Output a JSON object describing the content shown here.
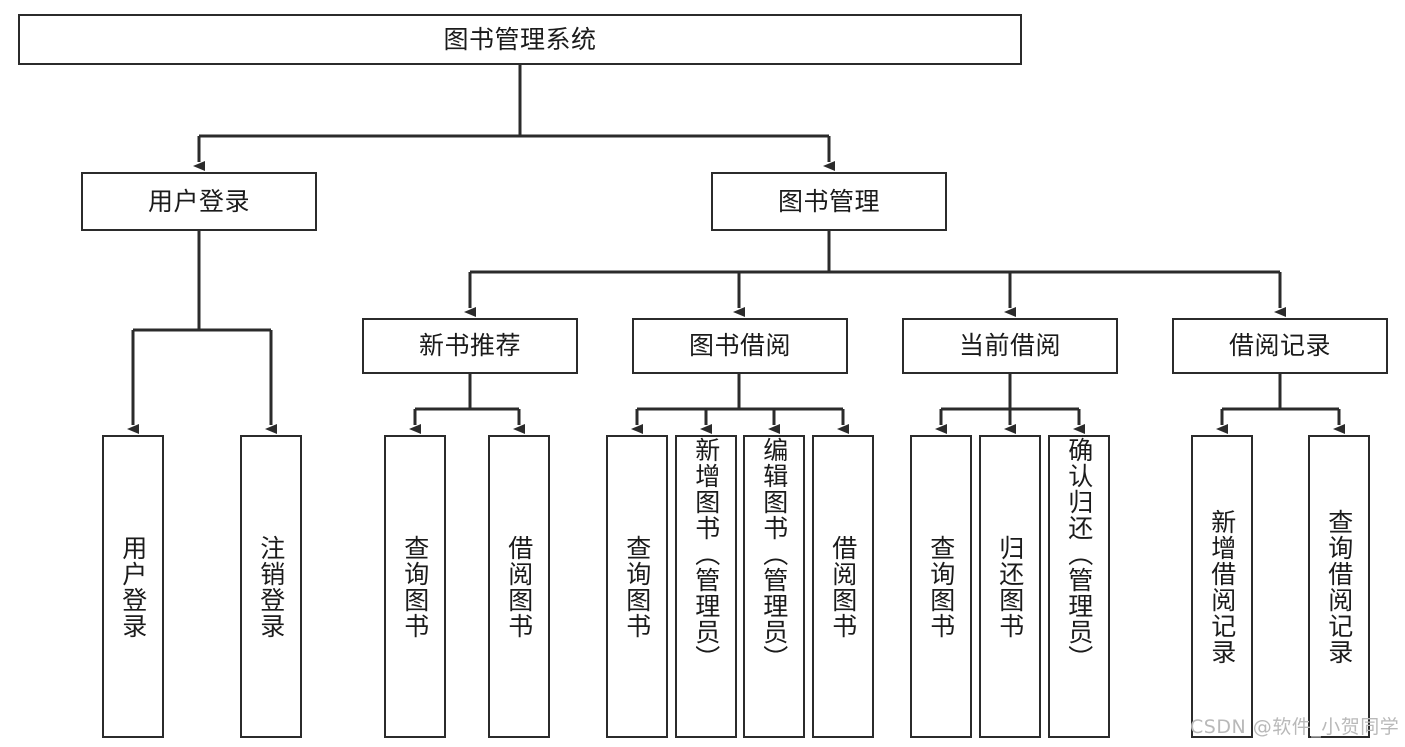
{
  "diagram": {
    "title": "图书管理系统",
    "type": "tree-hierarchy-chart",
    "arrow_color": "#2b2b2b",
    "box_border_color": "#2b2b2b",
    "box_fill_color": "#ffffff",
    "background_color": "#ffffff"
  },
  "root": {
    "label": "图书管理系统"
  },
  "level2": [
    {
      "label": "用户登录"
    },
    {
      "label": "图书管理"
    }
  ],
  "level3": [
    {
      "label": "新书推荐"
    },
    {
      "label": "图书借阅"
    },
    {
      "label": "当前借阅"
    },
    {
      "label": "借阅记录"
    }
  ],
  "leaves": {
    "user_login": [
      {
        "label": "用户登录"
      },
      {
        "label": "注销登录"
      }
    ],
    "new_book_recommend": [
      {
        "label": "查询图书"
      },
      {
        "label": "借阅图书"
      }
    ],
    "book_borrow": [
      {
        "label": "查询图书"
      },
      {
        "label": "新增图书（管理员）"
      },
      {
        "label": "编辑图书（管理员）"
      },
      {
        "label": "借阅图书"
      }
    ],
    "current_borrow": [
      {
        "label": "查询图书"
      },
      {
        "label": "归还图书"
      },
      {
        "label": "确认归还（管理员）"
      }
    ],
    "borrow_record": [
      {
        "label": "新增借阅记录"
      },
      {
        "label": "查询借阅记录"
      }
    ]
  },
  "watermark": {
    "text": "CSDN @软件_小贺同学"
  }
}
